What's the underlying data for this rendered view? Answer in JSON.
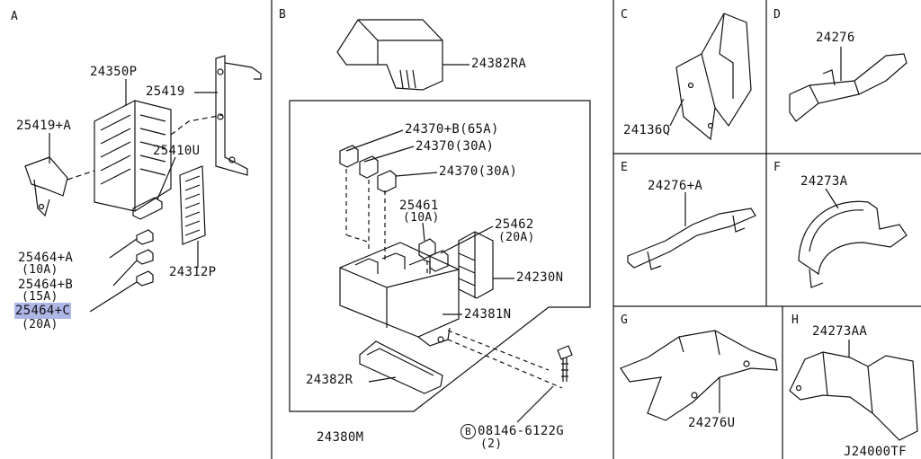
{
  "sections": [
    "A",
    "B",
    "C",
    "D",
    "E",
    "F",
    "G",
    "H"
  ],
  "parts": {
    "p24350P": "24350P",
    "p25419": "25419",
    "p25419A": "25419+A",
    "p25410U": "25410U",
    "p25464A": "25464+A",
    "p25464A_amp": "(10A)",
    "p25464B": "25464+B",
    "p25464B_amp": "(15A)",
    "p25464C": "25464+C",
    "p25464C_amp": "(20A)",
    "p24312P": "24312P",
    "p24382RA": "24382RA",
    "p24370B": "24370+B(65A)",
    "p24370_1": "24370(30A)",
    "p24370_2": "24370(30A)",
    "p25461": "25461",
    "p25461_amp": "(10A)",
    "p25462": "25462",
    "p25462_amp": "(20A)",
    "p24230N": "24230N",
    "p24381N": "24381N",
    "p24382R": "24382R",
    "p24380M": "24380M",
    "bolt_symbol": "B",
    "p08146": "08146-6122G",
    "p08146_qty": "(2)",
    "p24136Q": "24136Q",
    "p24276": "24276",
    "p24276A": "24276+A",
    "p24273A": "24273A",
    "p24276U": "24276U",
    "p24273AA": "24273AA"
  },
  "diagram_code": "J24000TF",
  "colors": {
    "line": "#111111",
    "highlight": "#aeb6e6",
    "background": "#ffffff"
  }
}
